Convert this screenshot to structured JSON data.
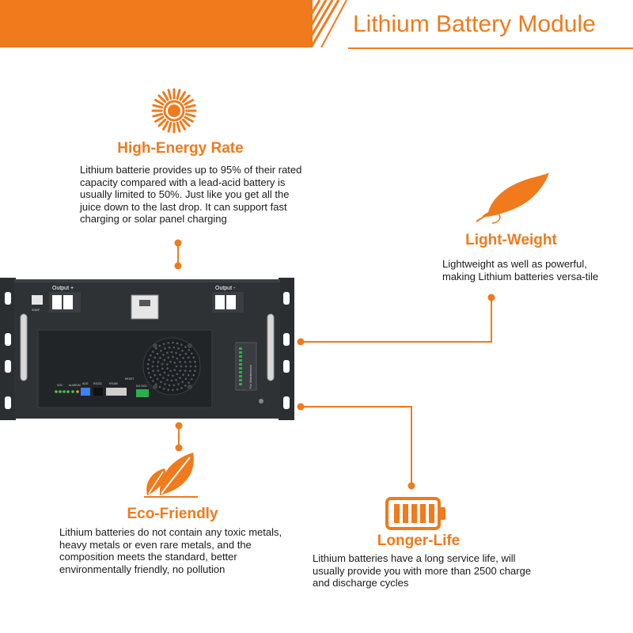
{
  "banner": {
    "title": "Lithium Battery Module"
  },
  "colors": {
    "accent": "#f07a1c",
    "module_body": "#2b2e31",
    "module_panel": "#1e2124"
  },
  "features": {
    "high_energy": {
      "icon": "sun-burst-icon",
      "title": "High-Energy Rate",
      "text": "Lithium batterie provides up to 95% of their rated capacity compared with a lead-acid battery is usually limited to 50%. Just like you get all the juice down to the last drop. It can support fast charging or solar panel charging"
    },
    "light_weight": {
      "icon": "feather-icon",
      "title": "Light-Weight",
      "text": "Lightweight as well as powerful, making Lithium batteries versa-tile"
    },
    "eco_friendly": {
      "icon": "leaf-icon",
      "title": "Eco-Friendly",
      "text": "Lithium batteries do not contain any toxic metals, heavy metals or even rare metals, and the composition meets the standard, better environmentally friendly, no pollution"
    },
    "longer_life": {
      "icon": "battery-icon",
      "title": "Longer-Life",
      "text": "Lithium batteries have a long service life, will usually provide you with more than 2500 charge and discharge cycles"
    }
  },
  "module": {
    "output_plus": "Output +",
    "output_minus": "Output -",
    "snmp": "SNMP",
    "soc": "SOC",
    "alm": "ALM",
    "run": "RUN",
    "add": "ADD",
    "rs232": "RS232",
    "rs485": "RS485",
    "reset": "RESET",
    "dry_contacts": "DI1  DO2",
    "maintenance": "For Maintenance"
  }
}
